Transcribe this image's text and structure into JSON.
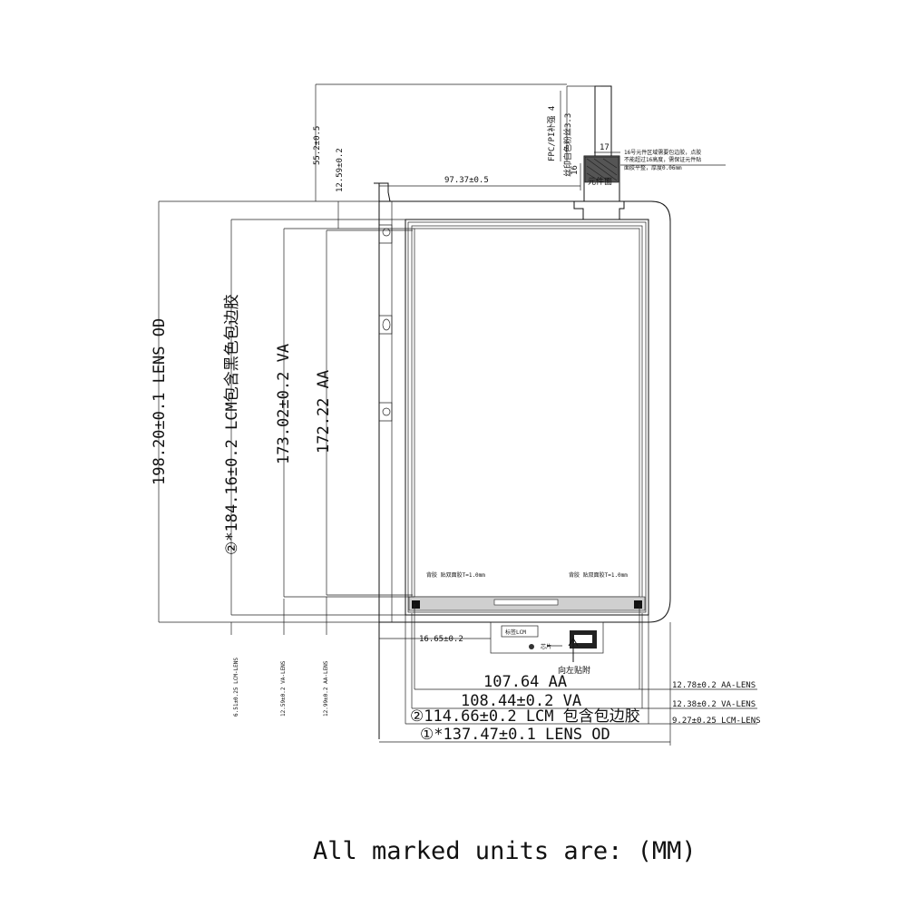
{
  "dimensions": {
    "lens_od_height": "198.20±0.1 LENS OD",
    "lcm_height": "②*184.16±0.2 LCM包含黑色包边胶",
    "va_height": "173.02±0.2 VA",
    "aa_height": "172.22 AA",
    "fpc_length": "55.2±0.5",
    "fpc_top_offset": "12.59±0.2",
    "fpc_position": "97.37±0.5",
    "bottom_offset": "16.65±0.2",
    "aa_width": "107.64 AA",
    "va_width": "108.44±0.2 VA",
    "lcm_width": "②114.66±0.2 LCM 包含包边胶",
    "lens_od_width": "①*137.47±0.1 LENS OD",
    "lcm_lens_left": "6.51±0.25 LCM-LENS",
    "va_lens_left": "12.59±0.2 VA-LENS",
    "aa_lens_left": "12.99±0.2 AA-LENS",
    "aa_lens_right": "12.78±0.2 AA-LENS",
    "va_lens_right": "12.38±0.2 VA-LENS",
    "lcm_lens_right": "9.27±0.25 LCM-LENS",
    "fpc_width": "17",
    "stiffener": "16"
  },
  "notes": {
    "fpc_label": "FPC/PI补强 4",
    "fpc_side": "丝印自色粉丝3.3",
    "component": "元件面",
    "fpc_note_1": "16号元件区域需要包边胶，点胶",
    "fpc_note_2": "不能超过16高度，需保证元件贴",
    "fpc_note_3": "面胶平整，厚度0.06mm",
    "lower_left_note": "背胶 贴双面胶T=1.0mm",
    "lower_right_note": "背胶 贴双面胶T=1.0mm",
    "label_box": "标签LCM",
    "chip_label": "芯片",
    "direction_label": "向左贴附"
  },
  "footer": {
    "units_text": "All marked units are: (MM)"
  }
}
